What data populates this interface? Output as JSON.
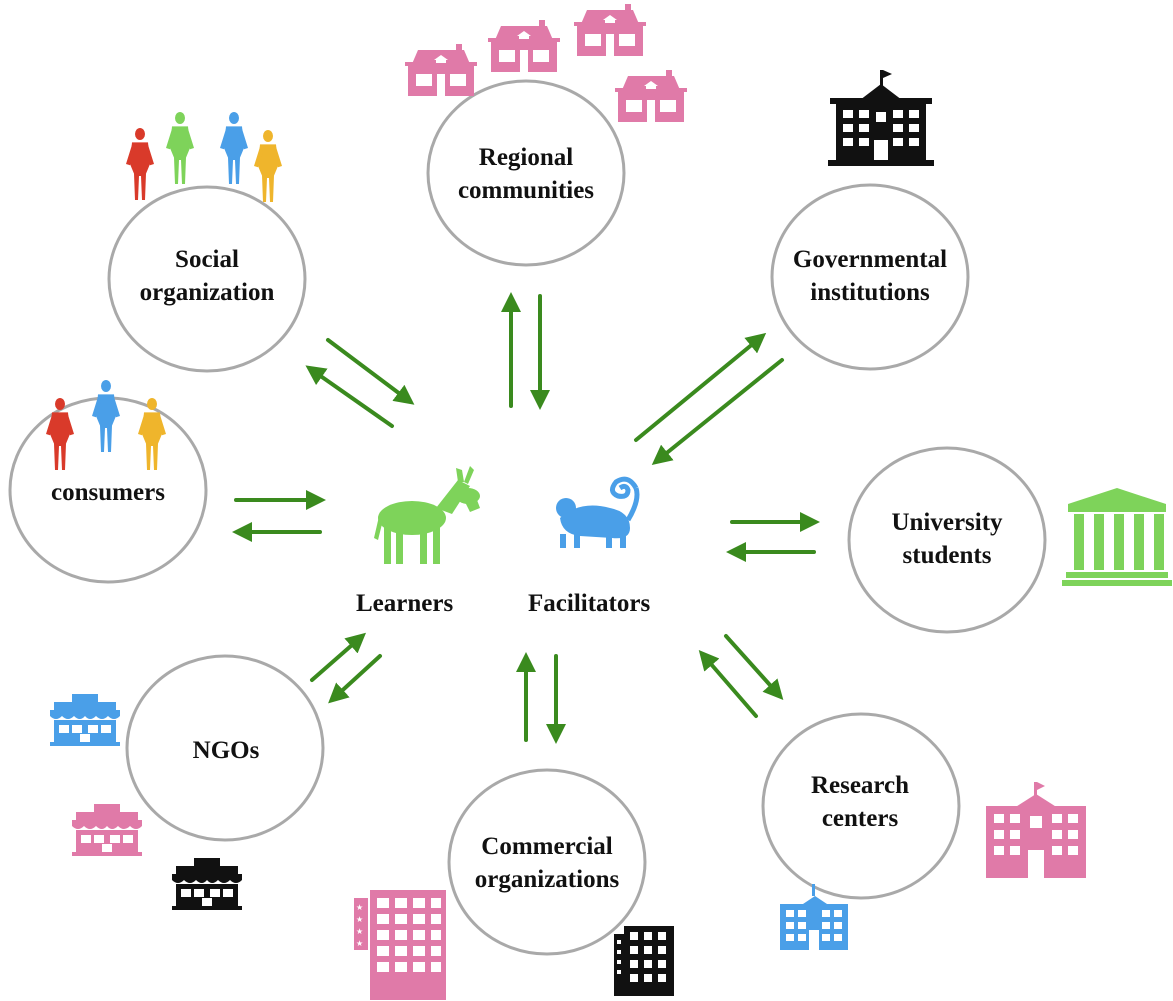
{
  "colors": {
    "arrow": "#3a8a1e",
    "circle": "#a9a9a9",
    "pink": "#e07aa8",
    "blue": "#4a9fe8",
    "green": "#7ed35a",
    "black": "#111111",
    "red": "#d93a2a",
    "yellow": "#efb52c"
  },
  "center": {
    "learners": "Learners",
    "facilitators": "Facilitators",
    "learners_icon": "donkey-icon",
    "facilitators_icon": "monkey-icon"
  },
  "nodes": {
    "regional": {
      "line1": "Regional",
      "line2": "communities",
      "icon": "houses-icon"
    },
    "social": {
      "line1": "Social",
      "line2": "organization",
      "icon": "people-icon"
    },
    "governmental": {
      "line1": "Governmental",
      "line2": "institutions",
      "icon": "government-building-icon"
    },
    "consumers": {
      "line1": "consumers",
      "icon": "people-icon"
    },
    "university": {
      "line1": "University",
      "line2": "students",
      "icon": "university-icon"
    },
    "ngos": {
      "line1": "NGOs",
      "icon": "shop-icon"
    },
    "commercial": {
      "line1": "Commercial",
      "line2": "organizations",
      "icon": "office-building-icon"
    },
    "research": {
      "line1": "Research",
      "line2": "centers",
      "icon": "school-building-icon"
    }
  }
}
